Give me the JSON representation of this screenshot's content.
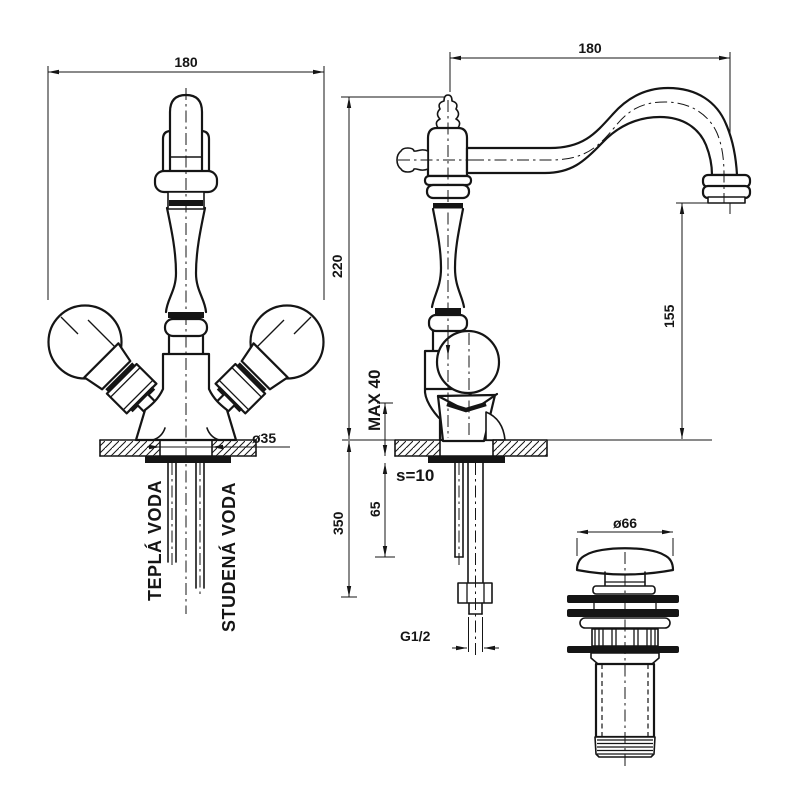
{
  "front_view": {
    "width_dim": "180",
    "hole_dim": "ø35",
    "hot_label": "TEPLÁ VODA",
    "cold_label": "STUDENÁ VODA"
  },
  "side_view": {
    "reach_dim": "180",
    "height_dim": "220",
    "outlet_height_dim": "155",
    "max_deck_dim": "MAX 40",
    "deck_thickness": "s=10",
    "hose_dim": "65",
    "under_dim": "350",
    "thread_dim": "G1/2"
  },
  "drain_view": {
    "cap_dim": "ø66"
  }
}
